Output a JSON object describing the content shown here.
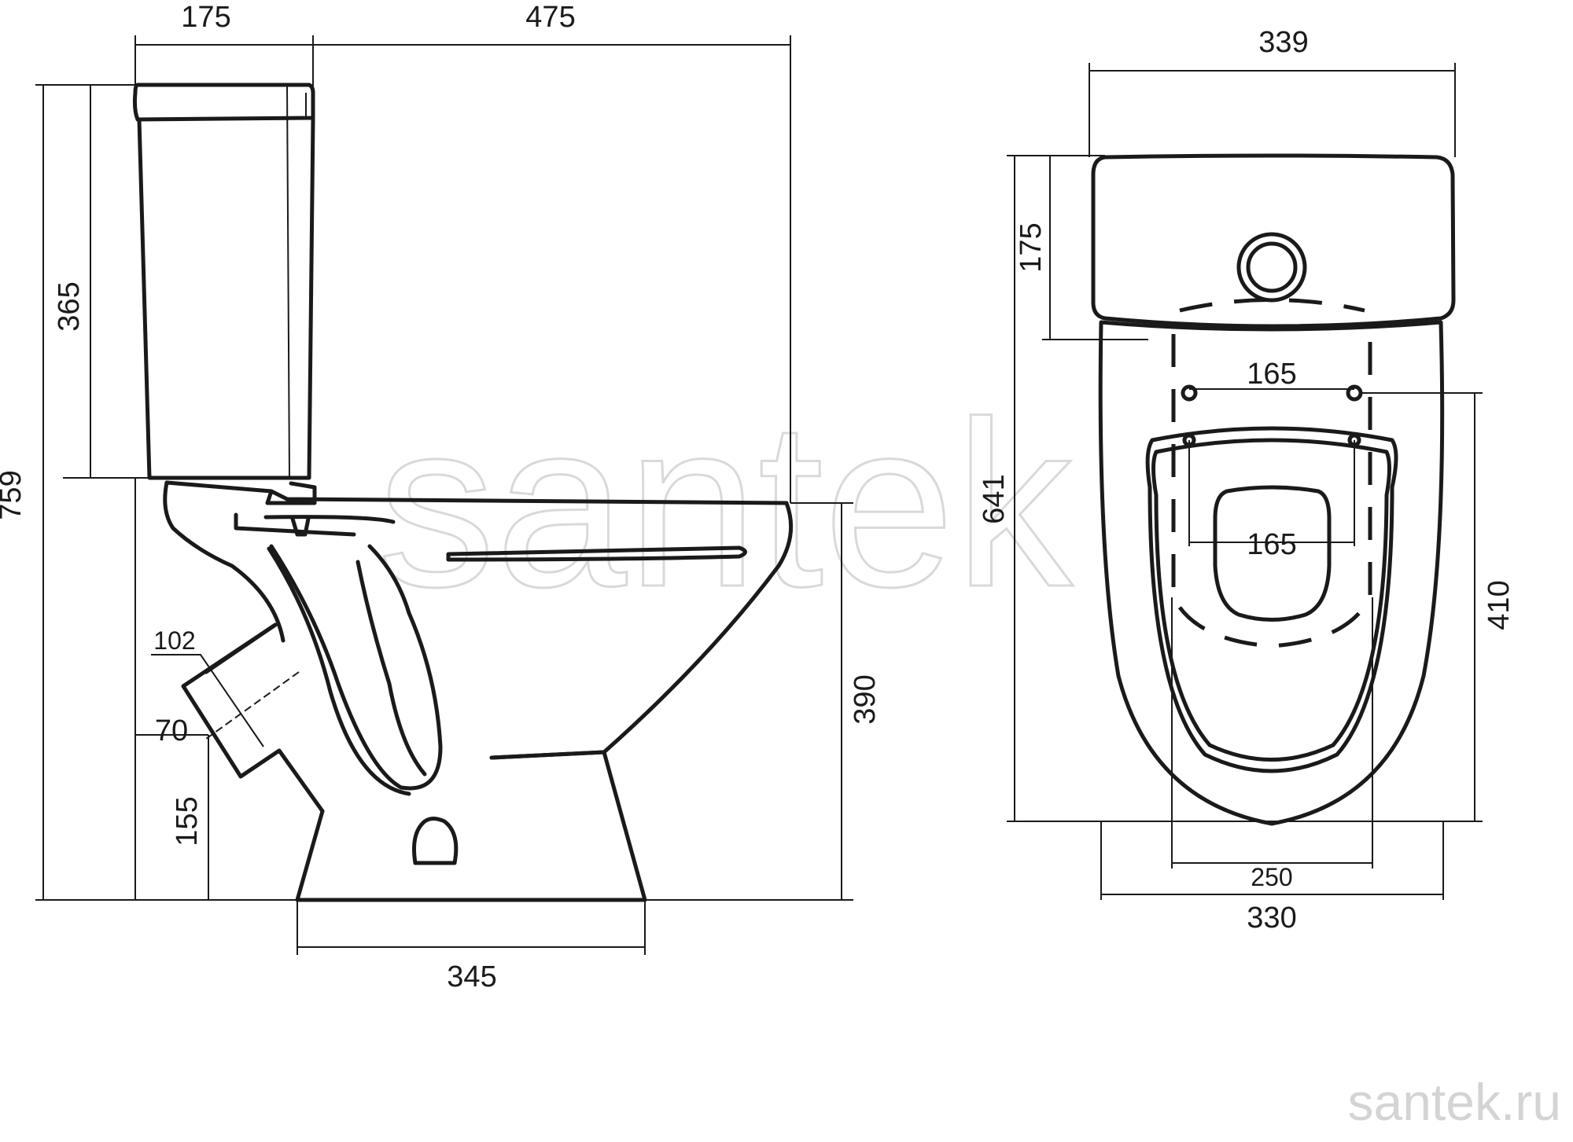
{
  "watermark": "santek",
  "brand": "santek.ru",
  "side_view": {
    "dims": {
      "tank_depth": "175",
      "bowl_projection": "475",
      "total_height": "759",
      "tank_height": "365",
      "bowl_height": "390",
      "outlet_diameter": "102",
      "outlet_angle": "70",
      "outlet_height": "155",
      "base_length": "345"
    }
  },
  "top_view": {
    "dims": {
      "tank_width": "339",
      "tank_depth": "175",
      "total_depth": "641",
      "hole_spacing_rear": "165",
      "hole_spacing_front": "165",
      "seat_length": "410",
      "seat_width": "250",
      "bowl_width": "330"
    }
  }
}
